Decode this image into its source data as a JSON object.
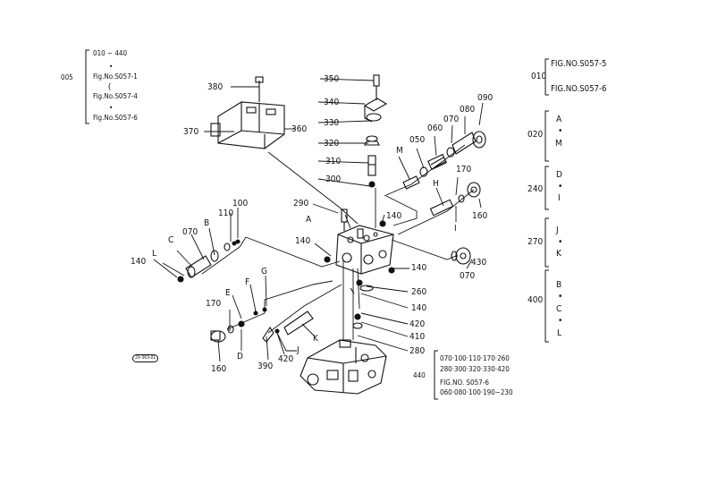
{
  "parts": {
    "p010": "010",
    "p020": "020",
    "p240": "240",
    "p270": "270",
    "p400": "400",
    "p005": "005",
    "p440": "440",
    "p380": "380",
    "p370": "370",
    "p360": "360",
    "p350": "350",
    "p340": "340",
    "p330": "330",
    "p320": "320",
    "p310": "310",
    "p300": "300",
    "p290": "290",
    "p140a": "140",
    "p140b": "140",
    "p140c": "140",
    "p140d": "140",
    "p140e": "140",
    "p050": "050",
    "p060": "060",
    "p070a": "070",
    "p080": "080",
    "p090": "090",
    "p170a": "170",
    "p160a": "160",
    "p430": "430",
    "p070b": "070",
    "p260": "260",
    "p420a": "420",
    "p410": "410",
    "p280": "280",
    "p100": "100",
    "p110": "110",
    "p070c": "070",
    "p170b": "170",
    "p160b": "160",
    "p390": "390",
    "p420b": "420"
  },
  "letters": {
    "A": "A",
    "B": "B",
    "C": "C",
    "L": "L",
    "G": "G",
    "F": "F",
    "E": "E",
    "D": "D",
    "K": "K",
    "J": "J",
    "M": "M",
    "H": "H",
    "I": "I"
  },
  "left_group": {
    "range": "010 ~ 440",
    "dot1": "•",
    "fig1": "Fig.No.S057-1",
    "tilde": "{",
    "fig2": "Fig.No.S057-4",
    "dot2": "•",
    "fig3": "Fig.No.S057-6"
  },
  "right_refs": {
    "fig_s057_5": "FIG.NO.S057-5",
    "fig_s057_6": "FIG.NO.S057-6",
    "g020": [
      "A",
      "•",
      "M"
    ],
    "g240": [
      "D",
      "•",
      "I"
    ],
    "g270": [
      "J",
      "•",
      "K"
    ],
    "g400": [
      "B",
      "•",
      "C",
      "•",
      "L"
    ]
  },
  "bottom_group": {
    "line1": "070·100·110·170·260",
    "line2": "280·300·320·330·420",
    "line3": "FIG.NO. S057-6",
    "line4": "060·080·100·190~230"
  },
  "stamp": "20-363-01"
}
